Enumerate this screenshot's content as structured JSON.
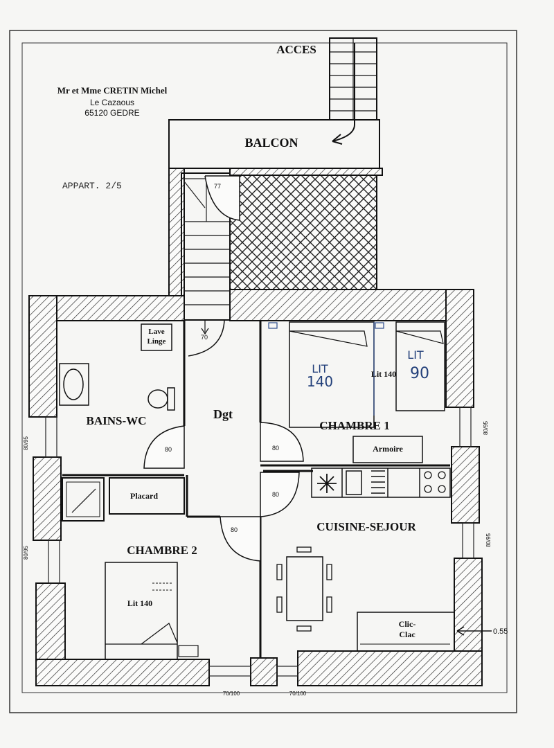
{
  "owner": {
    "name": "Mr et Mme CRETIN Michel",
    "address_line1": "Le Cazaous",
    "address_line2": "65120 GEDRE"
  },
  "apartment": "APPART. 2/5",
  "rooms": {
    "acces": "ACCES",
    "balcon": "BALCON",
    "bains_wc": "BAINS-WC",
    "lave_linge_1": "Lave",
    "lave_linge_2": "Linge",
    "dgt": "Dgt",
    "chambre1": "CHAMBRE 1",
    "armoire": "Armoire",
    "lit_140_printed": "Lit 140",
    "lit_140_hand_1": "LIT",
    "lit_140_hand_2": "140",
    "lit_90_hand_1": "LIT",
    "lit_90_hand_2": "90",
    "placard": "Placard",
    "chambre2": "CHAMBRE 2",
    "lit_140_ch2": "Lit 140",
    "cuisine_sejour": "CUISINE-SEJOUR",
    "clic_clac_1": "Clic-",
    "clic_clac_2": "Clac"
  },
  "dimensions": {
    "door_77": "77",
    "door_70": "70",
    "door_80_a": "80",
    "door_80_b": "80",
    "door_80_c": "80",
    "door_80_d": "80",
    "win_left_1": "80/95",
    "win_left_2": "80/95",
    "win_right_1": "80/95",
    "win_right_2": "80/95",
    "win_bottom_1": "70/100",
    "win_bottom_2": "70/100",
    "height_055": "0.55"
  }
}
